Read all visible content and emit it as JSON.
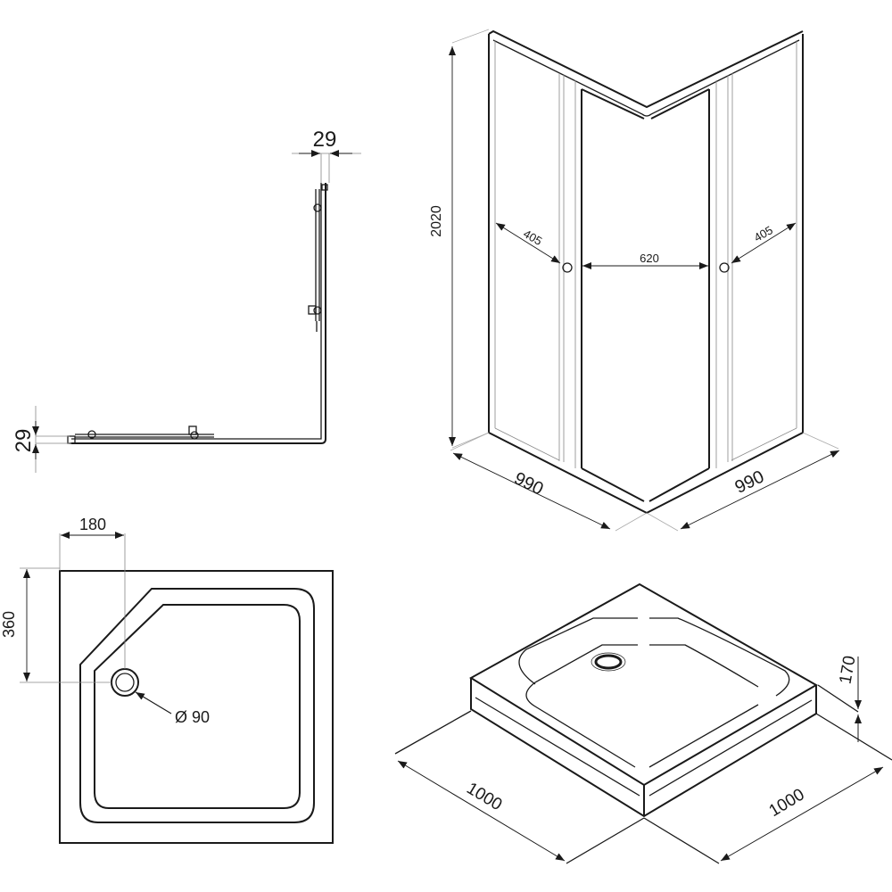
{
  "plan_view": {
    "dim_top": "29",
    "dim_left": "29"
  },
  "enclosure_view": {
    "height": "2020",
    "left_opening": "405",
    "center_door": "620",
    "right_opening": "405",
    "left_width": "990",
    "right_width": "990"
  },
  "tray_plan": {
    "drain_offset_x": "180",
    "drain_offset_y": "360",
    "drain_diameter": "Ø 90"
  },
  "tray_iso": {
    "depth_left": "1000",
    "depth_right": "1000",
    "height": "170"
  }
}
